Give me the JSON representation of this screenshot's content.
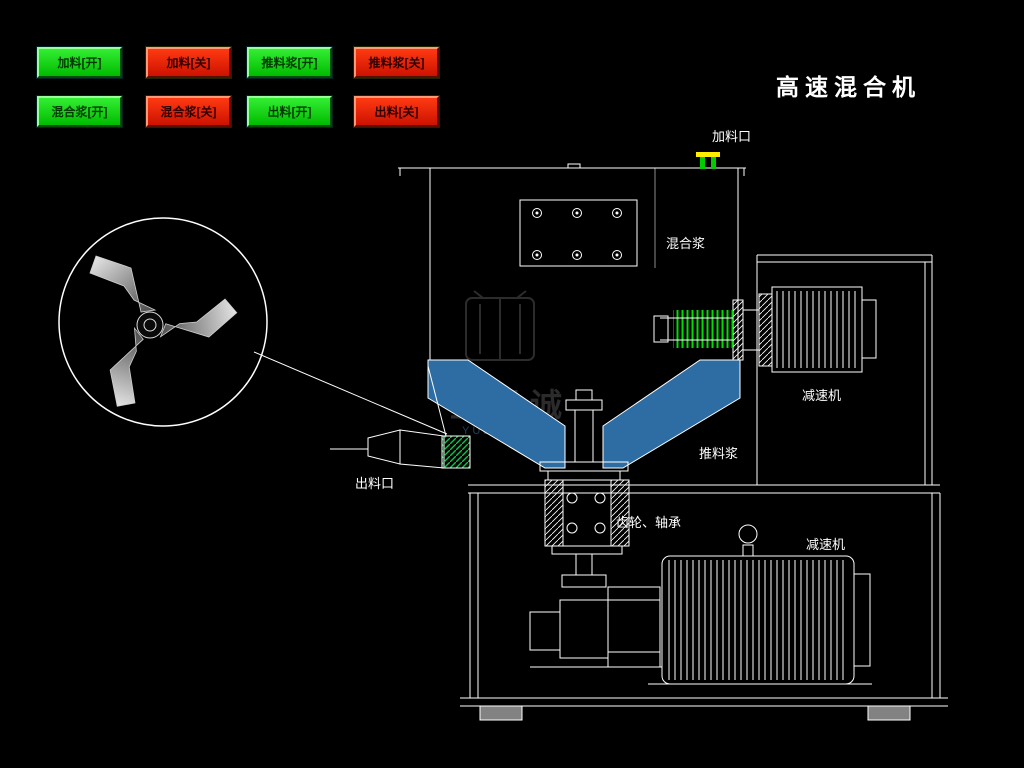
{
  "title": "高速混合机",
  "buttons": [
    {
      "label": "加料[开]",
      "state": "on"
    },
    {
      "label": "加料[关]",
      "state": "off"
    },
    {
      "label": "推料浆[开]",
      "state": "on"
    },
    {
      "label": "推料浆[关]",
      "state": "off"
    },
    {
      "label": "混合浆[开]",
      "state": "on"
    },
    {
      "label": "混合浆[关]",
      "state": "off"
    },
    {
      "label": "出料[开]",
      "state": "on"
    },
    {
      "label": "出料[关]",
      "state": "off"
    }
  ],
  "machine_labels": {
    "feed_port": "加料口",
    "mixing_paddle": "混合浆",
    "reducer_upper": "减速机",
    "pushing_paddle": "推料浆",
    "discharge_port": "出料口",
    "gear_bearing": "齿轮、轴承",
    "reducer_lower": "减速机"
  },
  "watermark": {
    "cn": "昱君诚",
    "en": "YUJUNCHENG"
  },
  "colors": {
    "background": "#000000",
    "line": "#ffffff",
    "button_on_green": "#00cc00",
    "button_off_red": "#dd1100",
    "funnel_blue": "#2e6da4",
    "hatch_green": "#00cc00",
    "feed_yellow": "#ffee00"
  }
}
